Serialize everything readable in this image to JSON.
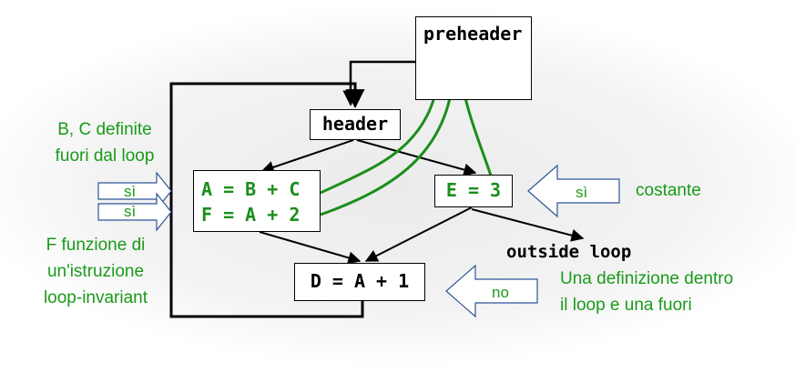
{
  "nodes": {
    "preheader": "preheader",
    "header": "header",
    "block_ab_line1": "A = B + C",
    "block_ab_line2": "F = A + 2",
    "block_e": "E = 3",
    "block_d": "D = A + 1",
    "outside": "outside loop"
  },
  "annotations": {
    "left_top": [
      "B, C definite",
      "fuori dal loop"
    ],
    "left_bottom": [
      "F funzione di",
      "un'istruzione",
      "loop-invariant"
    ],
    "right_const": "costante",
    "right_bottom": [
      "Una definizione dentro",
      "il loop e una fuori"
    ]
  },
  "arrow_labels": {
    "si1": "sì",
    "si2": "sì",
    "si3": "sì",
    "no": "no"
  },
  "colors": {
    "green": "#1a8f1a",
    "blue": "#2f5597",
    "black": "#000000"
  }
}
